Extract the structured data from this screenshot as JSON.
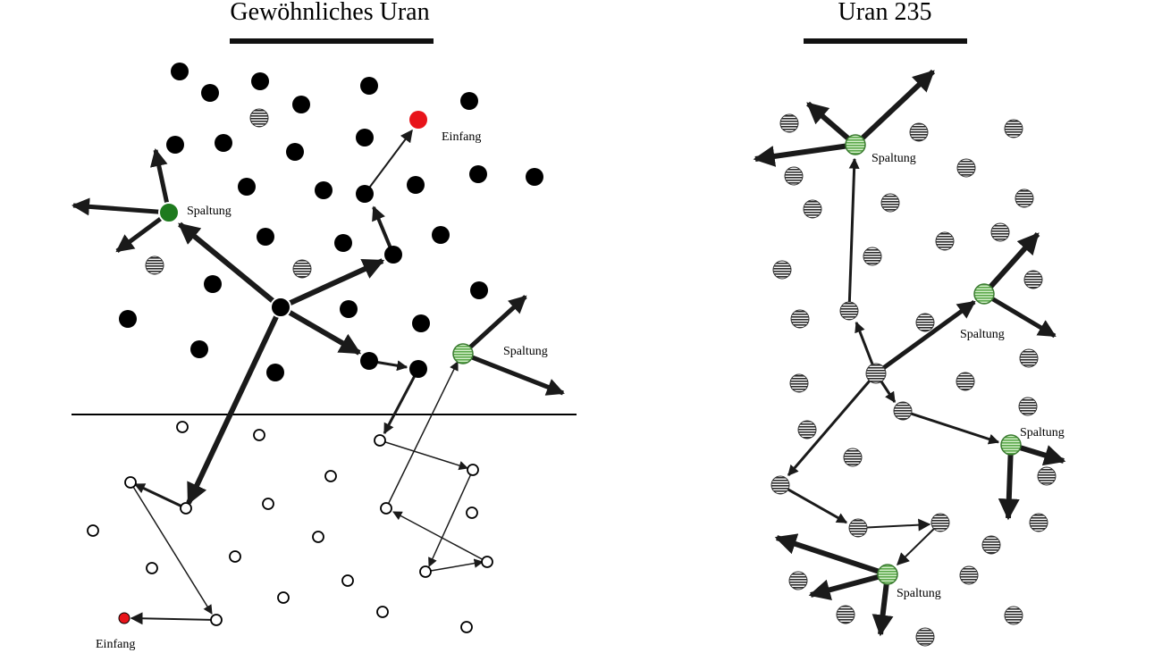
{
  "left_panel": {
    "title": "Gewöhnliches Uran",
    "label_capture_top": "Einfang",
    "label_fission_top": "Spaltung",
    "label_fission_mid": "Spaltung",
    "label_capture_bottom": "Einfang"
  },
  "right_panel": {
    "title": "Uran 235",
    "label_fission_1": "Spaltung",
    "label_fission_2": "Spaltung",
    "label_fission_3": "Spaltung",
    "label_fission_4": "Spaltung"
  },
  "colors": {
    "u238": "#000000",
    "capture": "#e8141a",
    "fission_solid": "#1e7a1e",
    "fission_striped": "#8fce7f",
    "arrow": "#1a1a1a"
  }
}
